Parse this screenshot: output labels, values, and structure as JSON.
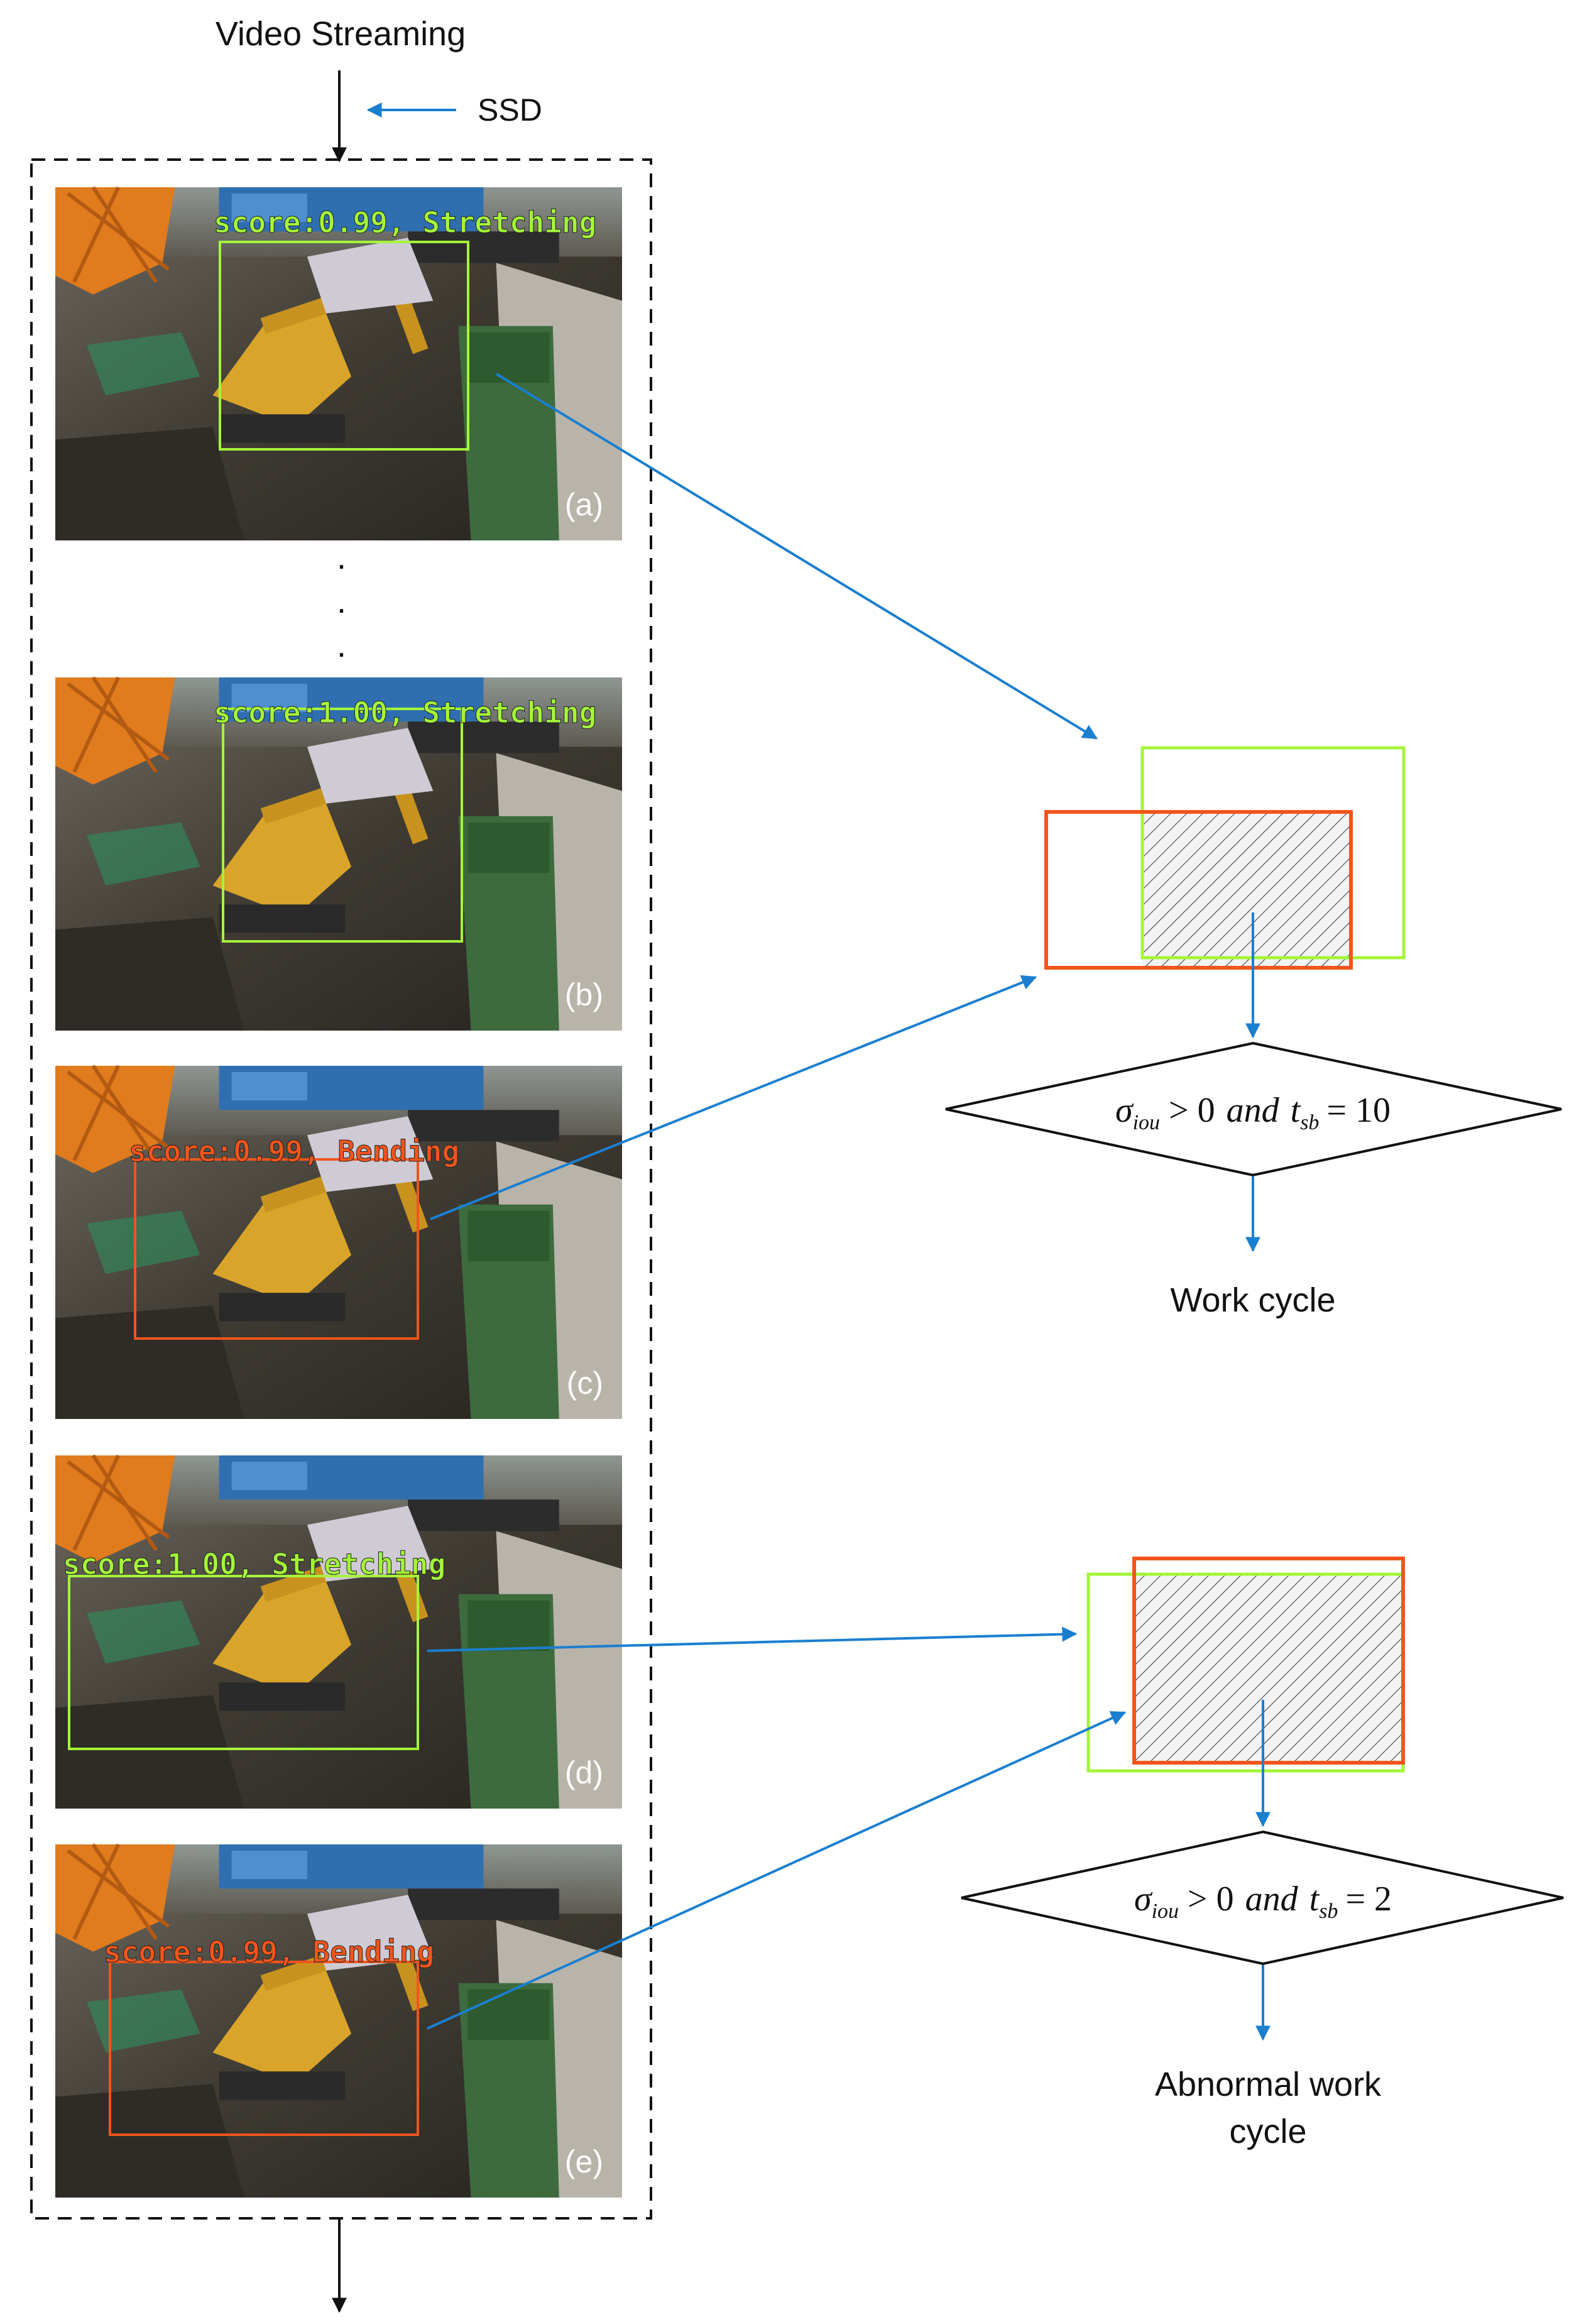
{
  "input": {
    "title": "Video Streaming",
    "detector": "SSD"
  },
  "frames": [
    {
      "id": "a",
      "label": "(a)",
      "detection": "score:0.99, Stretching",
      "state": "stretching"
    },
    {
      "id": "b",
      "label": "(b)",
      "detection": "score:1.00, Stretching",
      "state": "stretching"
    },
    {
      "id": "c",
      "label": "(c)",
      "detection": "score:0.99, Bending",
      "state": "bending"
    },
    {
      "id": "d",
      "label": "(d)",
      "detection": "score:1.00, Stretching",
      "state": "stretching"
    },
    {
      "id": "e",
      "label": "(e)",
      "detection": "score:0.99, Bending",
      "state": "bending"
    }
  ],
  "ellipsis": ".",
  "conditions": {
    "normal": {
      "sigma": "σ",
      "sigma_sub": "iou",
      "gt": "> 0",
      "and": "and",
      "t": "t",
      "t_sub": "sb",
      "eq": "= 10",
      "result": "Work cycle"
    },
    "abnormal": {
      "sigma": "σ",
      "sigma_sub": "iou",
      "gt": "> 0",
      "and": "and",
      "t": "t",
      "t_sub": "sb",
      "eq": "= 2",
      "result_line1": "Abnormal work",
      "result_line2": "cycle"
    }
  },
  "colors": {
    "stretching": "#a4f53a",
    "bending": "#f2551c",
    "arrow_blue": "#1b7fd0",
    "hatch": "#7a7a7a",
    "frame_border": "#111111"
  }
}
